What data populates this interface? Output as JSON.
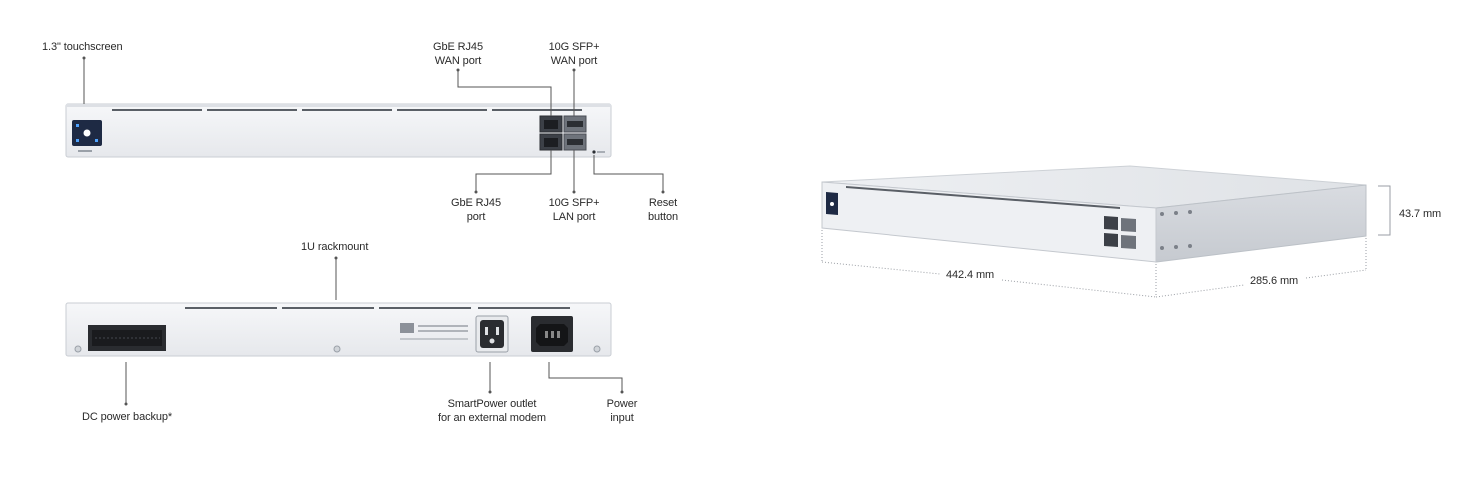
{
  "front_view": {
    "touchscreen": "1.3\" touchscreen",
    "gbe_wan": "GbE RJ45\nWAN port",
    "sfp_wan": "10G SFP+\nWAN port",
    "gbe_port": "GbE RJ45\nport",
    "sfp_lan": "10G SFP+\nLAN port",
    "reset": "Reset\nbutton"
  },
  "rear_view": {
    "rackmount": "1U rackmount",
    "dc_backup": "DC power backup*",
    "smartpower": "SmartPower outlet\nfor an external modem",
    "power_input": "Power\ninput"
  },
  "dimensions": {
    "height": "43.7 mm",
    "width": "442.4 mm",
    "depth": "285.6 mm"
  },
  "colors": {
    "chassis": "#eceef1",
    "chassis_edge": "#c9cdd3",
    "slot": "#5a5f66",
    "leader": "#555555",
    "screen": "#1e2a44"
  }
}
